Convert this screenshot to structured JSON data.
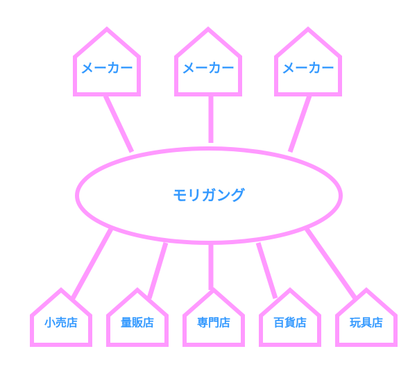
{
  "diagram": {
    "center": {
      "label": "モリガング"
    },
    "makers": [
      {
        "label": "メーカー"
      },
      {
        "label": "メーカー"
      },
      {
        "label": "メーカー"
      }
    ],
    "shops": [
      {
        "label": "小売店"
      },
      {
        "label": "量販店"
      },
      {
        "label": "専門店"
      },
      {
        "label": "百貨店"
      },
      {
        "label": "玩具店"
      }
    ]
  }
}
